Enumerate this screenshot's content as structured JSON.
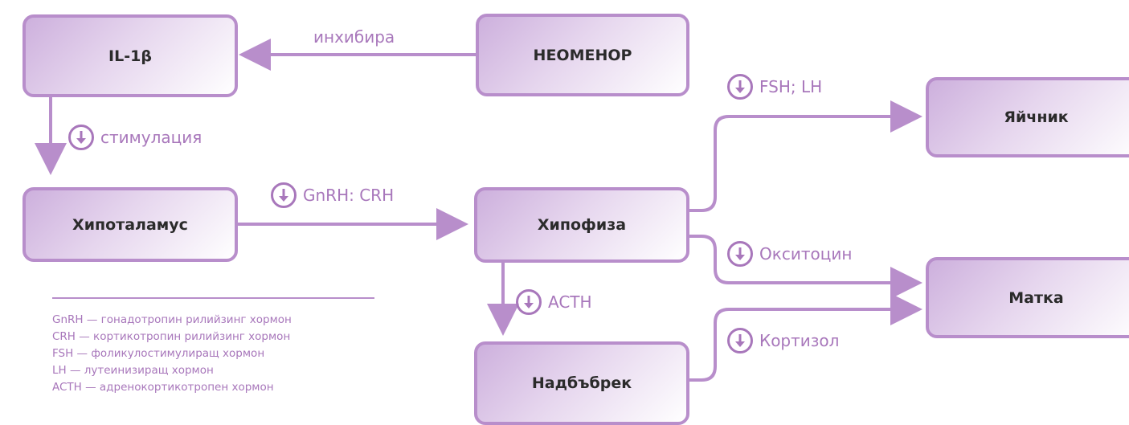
{
  "nodes": {
    "il1b": "IL-1β",
    "neomenor": "НЕОМЕНОР",
    "hypothalamus": "Хипоталамус",
    "pituitary": "Хипофиза",
    "ovary": "Яйчник",
    "uterus": "Матка",
    "adrenal": "Надбъбрек"
  },
  "edges": {
    "inhibits": "инхибира",
    "stimulation": "стимулация",
    "gnrh_crh": "GnRH: CRH",
    "fsh_lh": "FSH; LH",
    "oxytocin": "Окситоцин",
    "acth": "ACTH",
    "cortisol": "Кортизол"
  },
  "legend": [
    {
      "abbr": "GnRH",
      "text": " — гонадотропин рилийзинг хормон"
    },
    {
      "abbr": "CRH",
      "text": " — кортикотропин рилийзинг хормон"
    },
    {
      "abbr": "FSH",
      "text": " — фоликулостимулиращ хормон"
    },
    {
      "abbr": "LH",
      "text": " — лутеинизиращ хормон"
    },
    {
      "abbr": "ACTH",
      "text": " — адренокортикотропен хормон"
    }
  ],
  "colors": {
    "accent": "#a877bb",
    "border": "#b88ecb",
    "text": "#2b2b2b"
  },
  "icons": {
    "edge_marker": "down-arrow-circle-icon"
  }
}
